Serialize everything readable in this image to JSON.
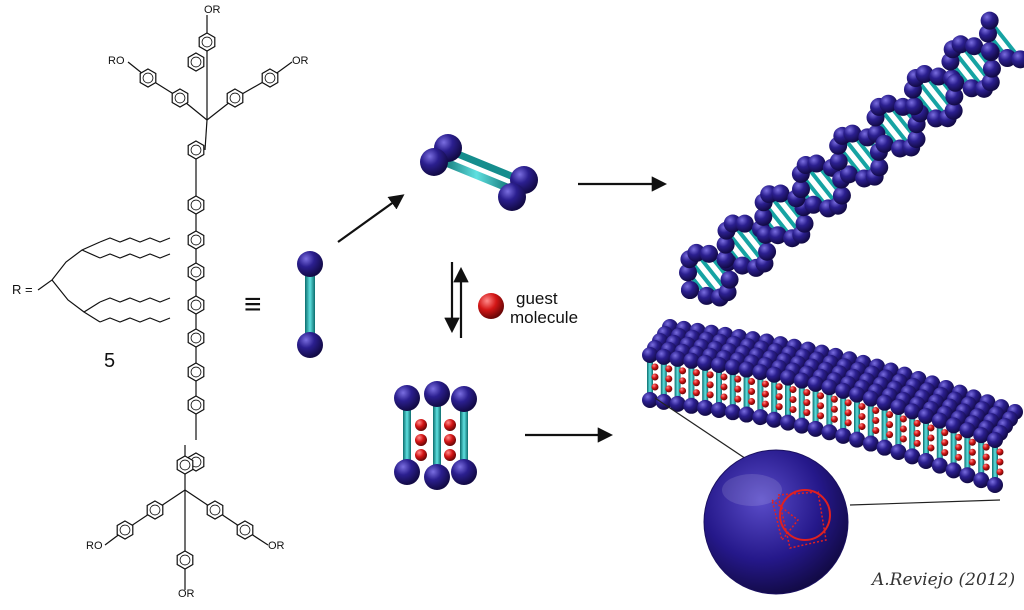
{
  "molecule": {
    "or_labels": [
      "OR",
      "RO",
      "OR",
      "RO",
      "OR",
      "OR"
    ],
    "r_label": "R =",
    "compound_number": "5",
    "equivalence": "≡"
  },
  "guest": {
    "line1": "guest",
    "line2": "molecule"
  },
  "credit": "A.Reviejo (2012)",
  "colors": {
    "sphere": "#2b1f8f",
    "rod": "#1aa7a7",
    "guest": "#cc1a1a",
    "bond": "#111111"
  }
}
